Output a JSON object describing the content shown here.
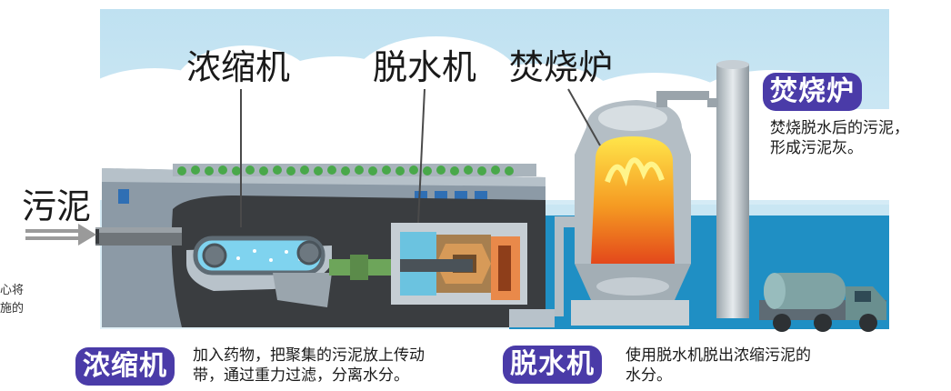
{
  "labels": {
    "thickener": "浓缩机",
    "dehydrator": "脱水机",
    "incinerator": "焚烧炉",
    "sludge": "污泥"
  },
  "badges": {
    "incinerator": "焚烧炉",
    "thickener": "浓缩机",
    "dehydrator": "脱水机"
  },
  "descriptions": {
    "incinerator": [
      "焚烧脱水后的污泥，",
      "形成污泥灰。"
    ],
    "thickener": [
      "加入药物，把聚集的污泥放上传动",
      "带，通过重力过滤，分离水分。"
    ],
    "dehydrator": [
      "使用脱水机脱出浓缩污泥的",
      "水分。"
    ]
  },
  "side_text": [
    "心将",
    "施的"
  ],
  "colors": {
    "badge": "#4a3ba8",
    "sky": "#c9e6f3",
    "sea": "#1f8fc4",
    "building": "#8c9aa6",
    "flame": "#f28a1c"
  }
}
